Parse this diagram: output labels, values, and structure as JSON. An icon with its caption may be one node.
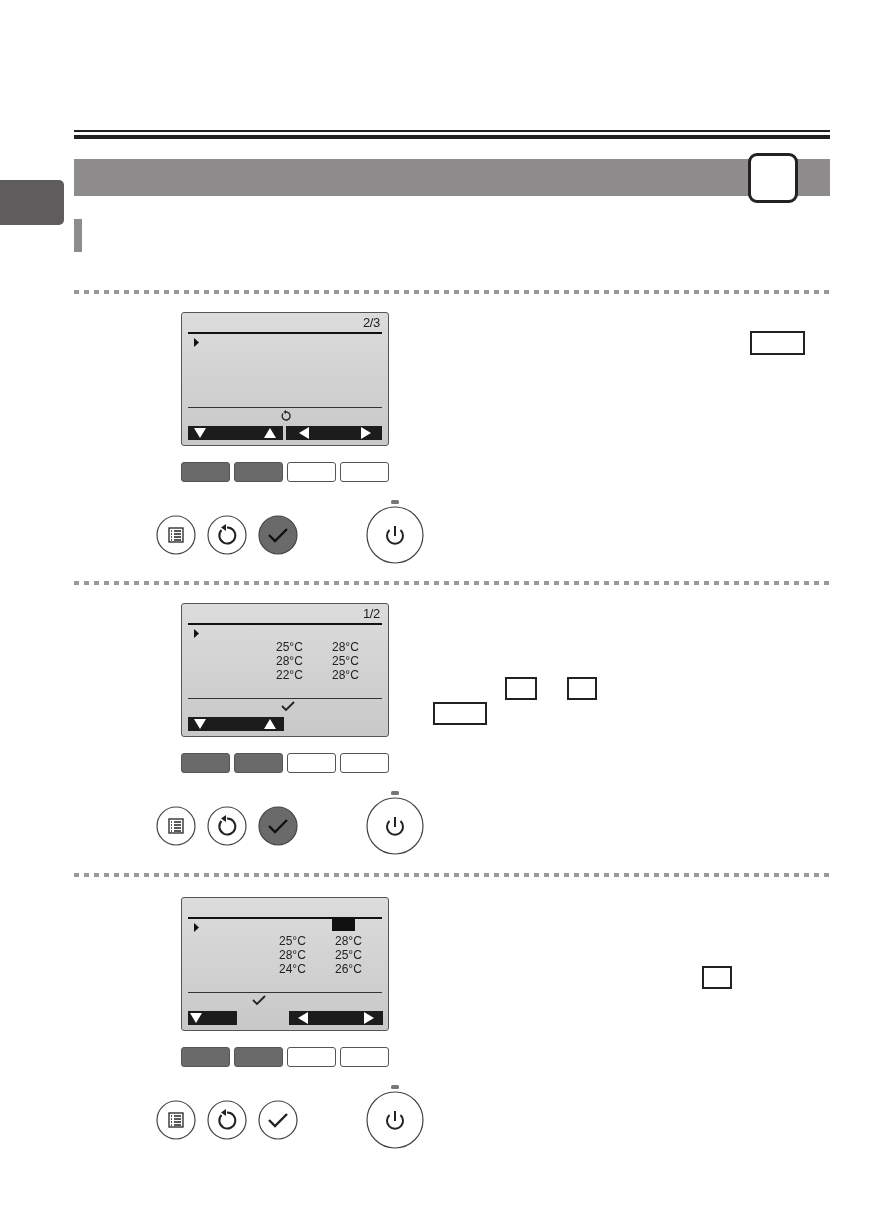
{
  "diagram": {
    "labels": [
      "2/3",
      "1/2",
      "25°C",
      "28°C",
      "28°C",
      "25°C",
      "22°C",
      "28°C",
      "25°C",
      "28°C",
      "28°C",
      "25°C",
      "24°C",
      "26°C"
    ]
  }
}
